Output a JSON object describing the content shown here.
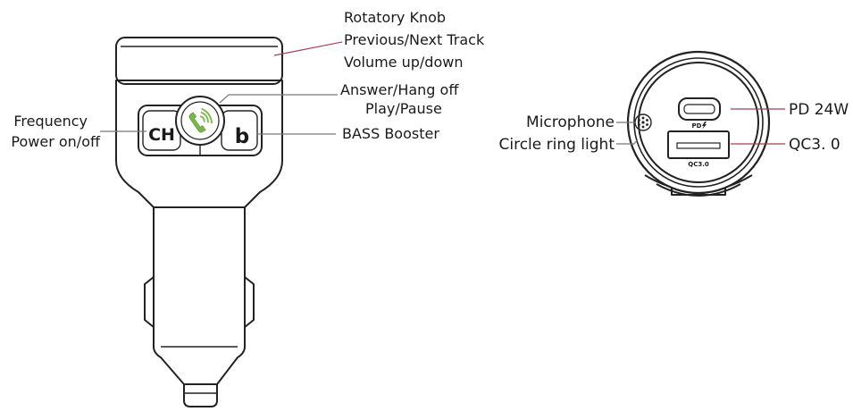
{
  "left_labels": {
    "knob": [
      "Rotatory Knob",
      "Previous/Next Track",
      "Volume up/down"
    ],
    "answer": [
      "Answer/Hang off",
      "Play/Pause"
    ],
    "bass": "BASS Booster",
    "frequency": [
      "Frequency",
      "Power on/off"
    ]
  },
  "buttons": {
    "ch": "CH",
    "bass": "b"
  },
  "right_labels": {
    "microphone": "Microphone",
    "ring_light": "Circle ring light",
    "pd": "PD 24W",
    "qc": "QC3. 0"
  },
  "ports": {
    "pd_text": "PD",
    "qc_text": "QC3.0"
  },
  "colors": {
    "phone_icon": "#7ab648",
    "leader_red": "#a04050",
    "leader_grey": "#777777"
  },
  "icons": [
    "phone-icon",
    "lightning-icon"
  ]
}
